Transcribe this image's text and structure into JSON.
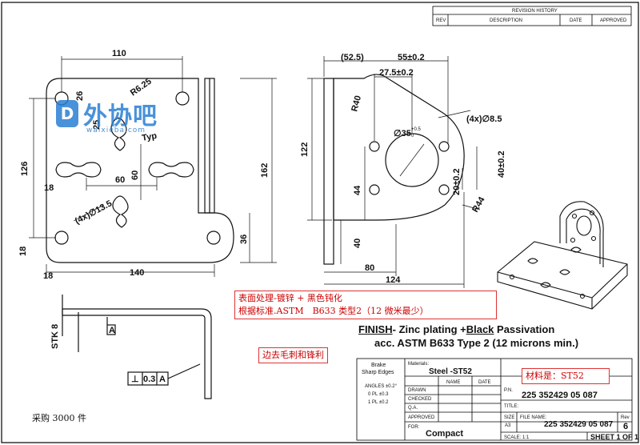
{
  "revision": {
    "title": "REVISION HISTORY",
    "headers": [
      "REV",
      "DESCRIPTION",
      "DATE",
      "APPROVED"
    ]
  },
  "front_view": {
    "dims": [
      "110",
      "26",
      "R6.25",
      "Typ",
      "25",
      "60",
      "126",
      "60",
      "18",
      "(4x)∅13.5",
      "18",
      "18",
      "140",
      "162",
      "36"
    ]
  },
  "side_view": {
    "dims": [
      "(52.5)",
      "55±0.2",
      "27.5±0.2",
      "R40",
      "(4x)∅8.5",
      "∅35",
      "+0.5",
      "0",
      "122",
      "44",
      "20±0.2",
      "40±0.2",
      "R44",
      "40",
      "80",
      "124"
    ]
  },
  "bottom_view": {
    "dims": [
      "STK 8",
      "A",
      "0.3",
      "A",
      "⊥"
    ]
  },
  "annotations": {
    "surface_cn_1": "表面处理-镀锌 + 黑色钝化",
    "surface_cn_2": "根据标准.ASTM　B633 类型2（12 微米最少）",
    "deburr_cn": "边去毛刺和锋利",
    "material_cn": "材料是：ST52",
    "quantity_cn": "采购 3000 件"
  },
  "finish": {
    "line1_a": "FINISH",
    "line1_b": "-  Zinc plating +",
    "line1_c": "Black",
    "line1_d": " Passivation",
    "line2": "acc. ASTM  B633 Type 2  (12 microns min.)"
  },
  "title_block": {
    "brake": "Brake",
    "sharp": "Sharp Edges",
    "materials_label": "Materials:",
    "material": "Steel -ST52",
    "name": "NAME",
    "date": "DATE",
    "angles": "ANGLES ±0.2°",
    "pl0": "0 PL ±0.3",
    "pl1": "1 PL ±0.2",
    "drawn": "DRAWN",
    "checked": "CHECKED",
    "qa": "Q.A.",
    "approved": "APPROVED",
    "for": "FOR:",
    "for_value": "Compact",
    "pn_label": "P.N.",
    "pn": "225 352429 05 087",
    "title_label": "TITLE:",
    "size_label": "SIZE",
    "size": "A3",
    "file_label": "FILE NAME:",
    "file": "225 352429 05 087",
    "rev_label": "Rev",
    "rev": "6",
    "scale": "SCALE: 1:1",
    "sheet": "SHEET 1 OF 1"
  },
  "watermark": {
    "logo": "D",
    "text": "外协吧",
    "sub": "waixieba.com"
  }
}
